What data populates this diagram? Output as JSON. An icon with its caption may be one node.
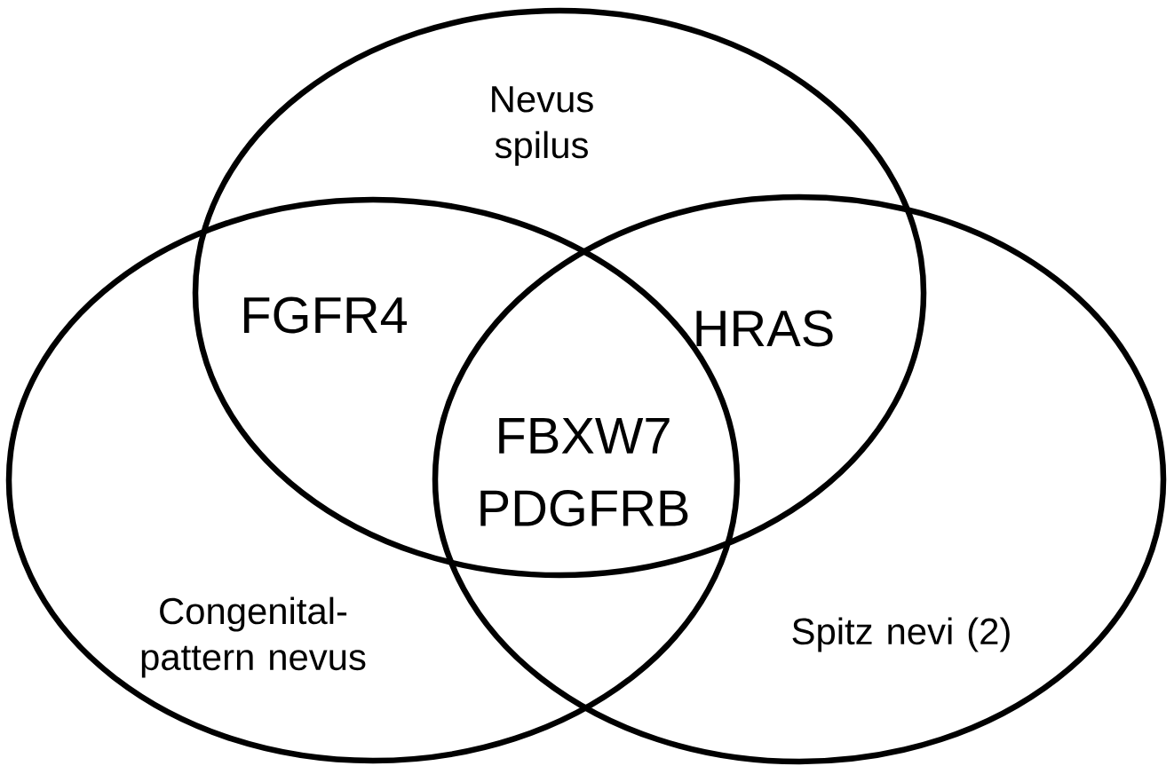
{
  "diagram": {
    "nodes": [
      {
        "text": [
          "Nevus spilus"
        ]
      },
      {
        "text": [
          "Congenital-pattern nevus"
        ]
      },
      {
        "text": [
          "Spitz nevi (2)"
        ]
      }
    ],
    "labels": [
      "FGFR4",
      "HRAS",
      "FBXW7 PDGFRB"
    ]
  }
}
